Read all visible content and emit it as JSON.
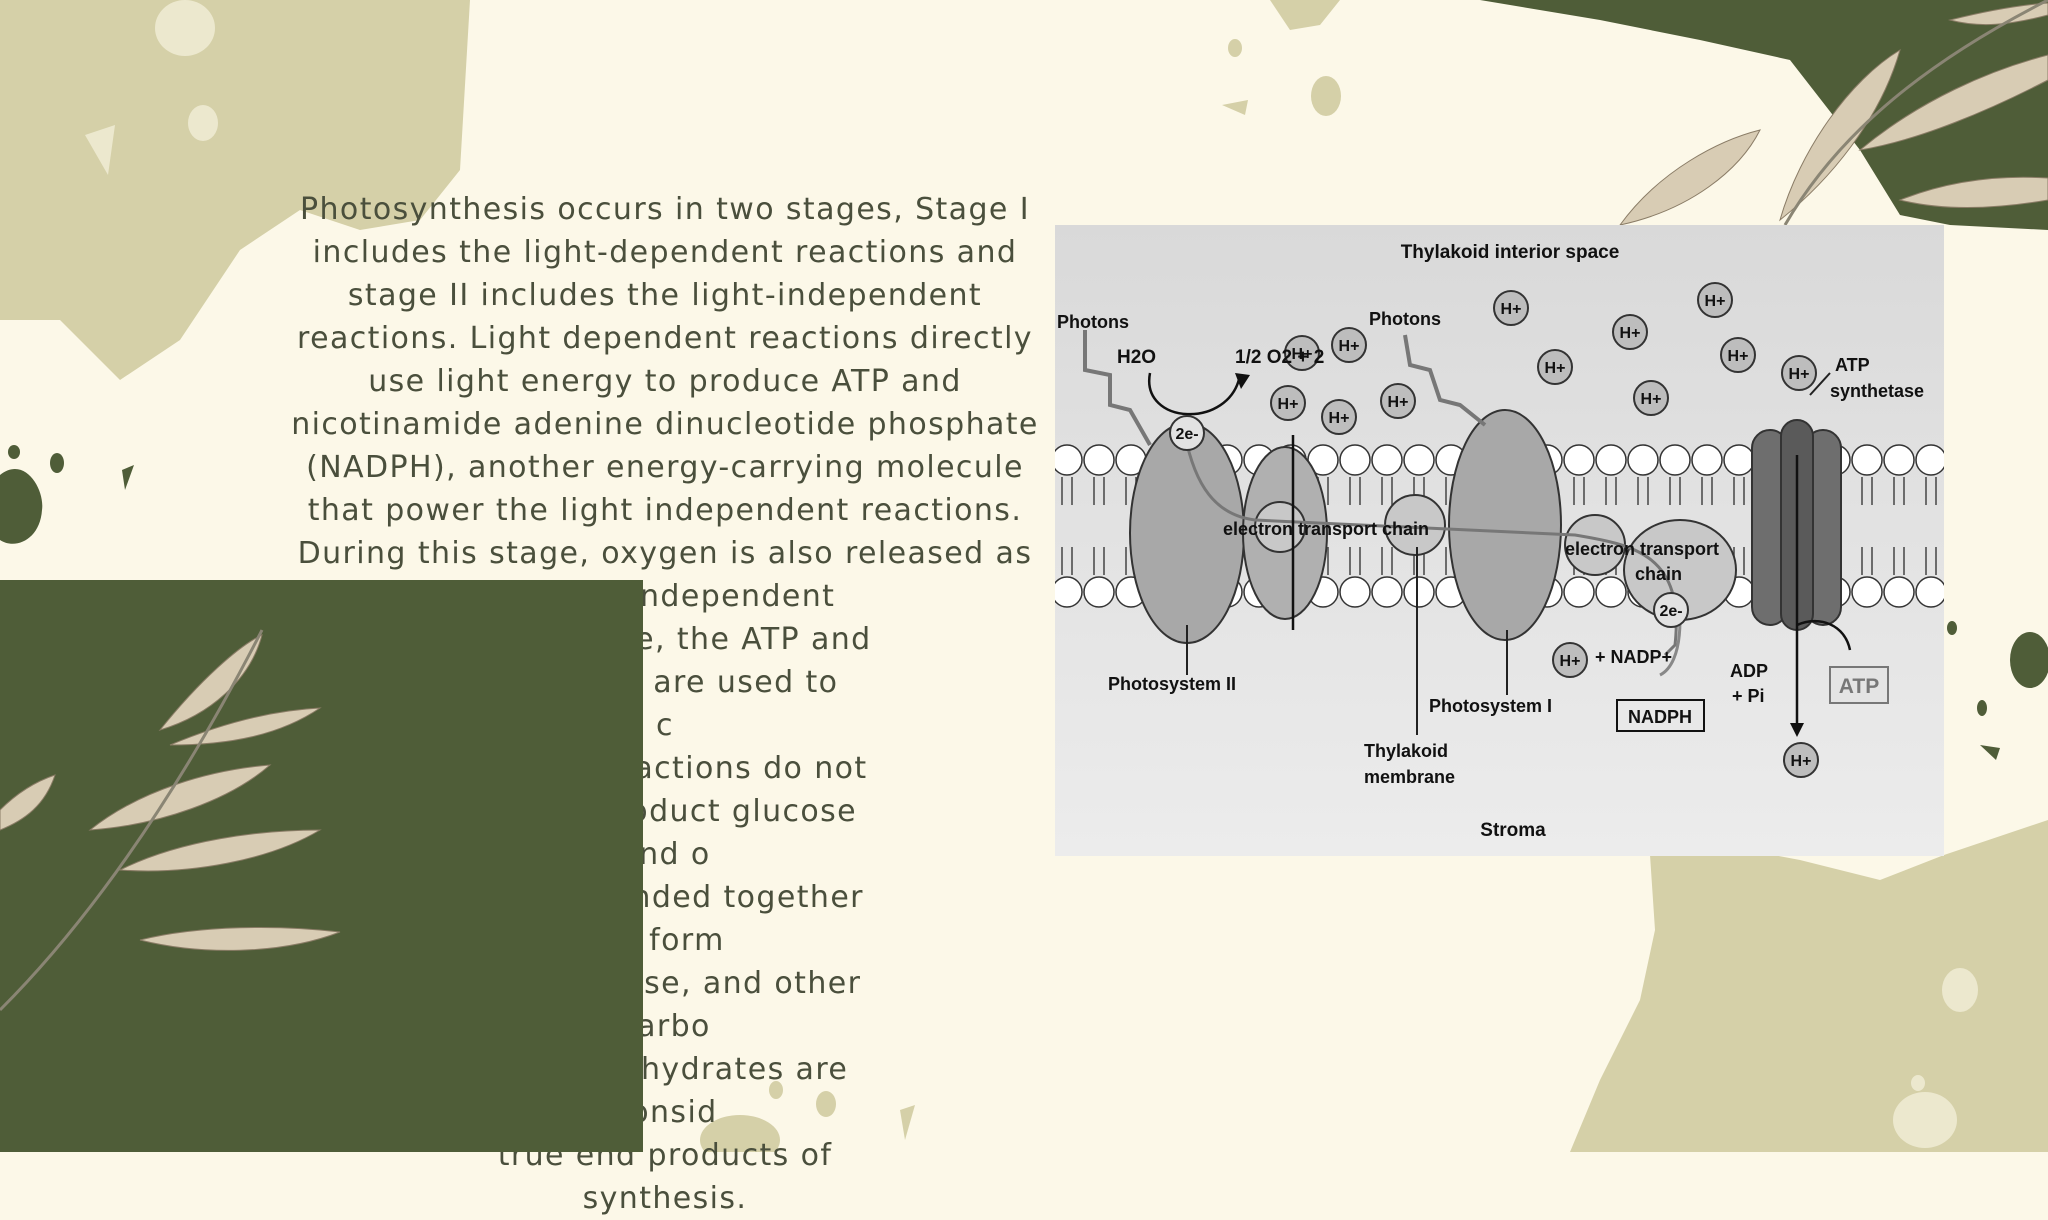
{
  "paragraph": {
    "lines": [
      "Photosynthesis occurs in two stages, Stage I",
      "includes the light-dependent reactions and",
      "stage II includes the light-independent",
      "reactions. Light dependent reactions directly",
      "use light energy to produce ATP and",
      "nicotinamide adenine dinucleotide phosphate",
      "(NADPH), another energy-carrying molecule",
      "that power the light independent reactions.",
      "During this stage, oxygen is also released as",
      "he light independent",
      "Calvin cycle, the ATP and",
      "reactions are used to",
      "c",
      "ver, the reactions do not",
      "he end product glucose",
      "and o",
      "ars are bonded together",
      "to form",
      "ose, fructose, and other",
      "carbo",
      "ese carbohydrates are",
      "consid",
      "true end products of",
      "synthesis."
    ]
  },
  "diagram": {
    "top_label": "Thylakoid interior space",
    "photons_1": "Photons",
    "photons_2": "Photons",
    "h2o": "H2O",
    "oxygen": "1/2 O2 + 2",
    "h_plus": "H+",
    "two_e": "2e-",
    "etc_1": "electron transport chain",
    "etc_2_line1": "electron transport",
    "etc_2_line2": "chain",
    "atp_synthetase_line1": "ATP",
    "atp_synthetase_line2": "synthetase",
    "photosystem_2": "Photosystem II",
    "photosystem_1": "Photosystem I",
    "thylakoid_membrane_line1": "Thylakoid",
    "thylakoid_membrane_line2": "membrane",
    "nadp_plus": "+ NADP+",
    "nadph": "NADPH",
    "adp_line1": "ADP",
    "adp_line2": "+ Pi",
    "atp": "ATP",
    "stroma": "Stroma"
  },
  "colors": {
    "background": "#fcf8e8",
    "dark_green": "#4f5d38",
    "olive": "#d5d0a8",
    "text": "#4a4f3c",
    "diagram_bg": "#e3e3e3"
  }
}
